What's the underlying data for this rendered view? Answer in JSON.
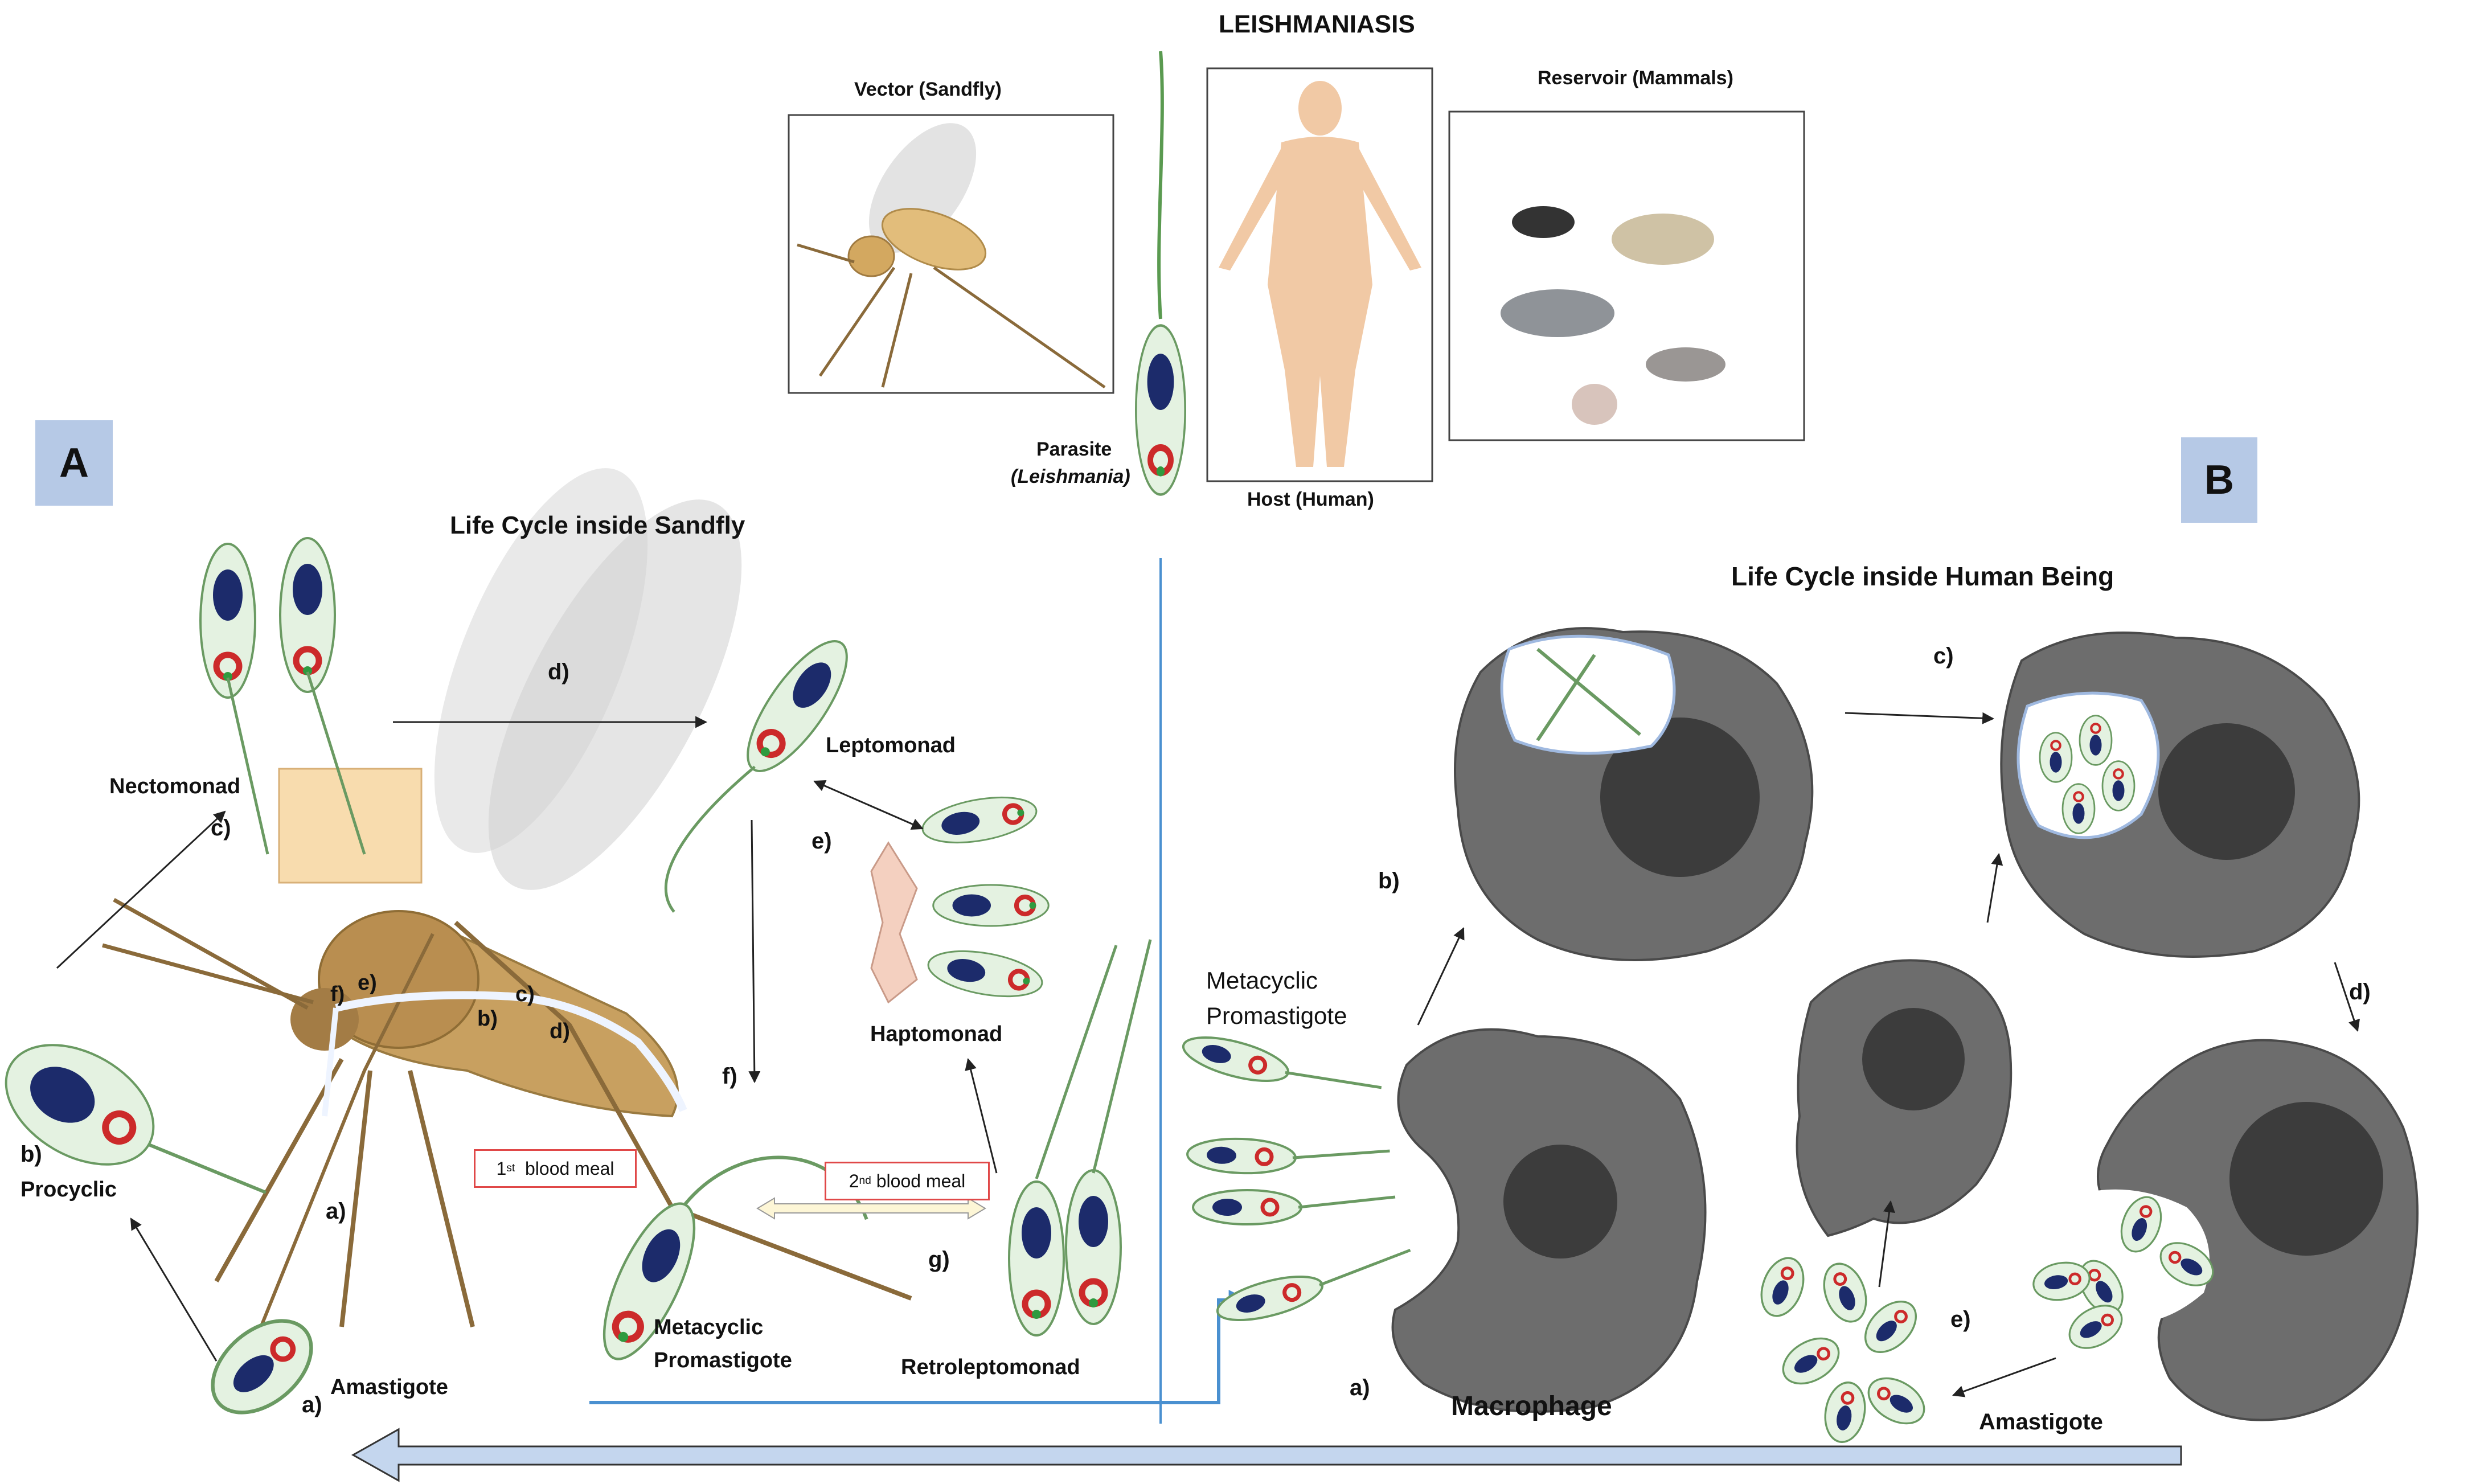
{
  "title": "LEISHMANIASIS",
  "top": {
    "vector_label": "Vector (Sandfly)",
    "parasite_label": "Parasite",
    "parasite_genus": "(Leishmania)",
    "host_label": "Host (Human)",
    "reservoir_label": "Reservoir (Mammals)"
  },
  "panel_a": {
    "badge": "A",
    "title": "Life Cycle inside Sandfly",
    "labels": {
      "nectomonad": "Nectomonad",
      "procyclic": "Procyclic",
      "amastigote": "Amastigote",
      "leptomonad": "Leptomonad",
      "haptomonad": "Haptomonad",
      "metacyclic_1": "Metacyclic",
      "metacyclic_2": "Promastigote",
      "retroleptomonad": "Retroleptomonad"
    },
    "steps": {
      "a": "a)",
      "b": "b)",
      "c": "c)",
      "d": "d)",
      "e": "e)",
      "f": "f)",
      "g": "g)"
    },
    "blood_meal_1_ord": "1",
    "blood_meal_1_sup": "st",
    "blood_meal_1_text": "blood meal",
    "blood_meal_2_ord": "2",
    "blood_meal_2_sup": "nd",
    "blood_meal_2_text": "blood meal"
  },
  "panel_b": {
    "badge": "B",
    "title": "Life Cycle inside Human Being",
    "labels": {
      "metacyclic_1": "Metacyclic",
      "metacyclic_2": "Promastigote",
      "macrophage": "Macrophage",
      "amastigote": "Amastigote"
    },
    "steps": {
      "a": "a)",
      "b": "b)",
      "c": "c)",
      "d": "d)",
      "e": "e)"
    }
  },
  "colors": {
    "badge": "#b6c9e6",
    "cell_fill": "#e4f2e1",
    "cell_stroke": "#6a9a62",
    "nucleus": "#1c2b6b",
    "kinetoplast": "#cc2a2a",
    "macrophage": "#6d6d6d",
    "macrophage_nucleus": "#3c3c3c",
    "blue_line": "#4a90d0",
    "sandfly_body": "#c8a060"
  }
}
